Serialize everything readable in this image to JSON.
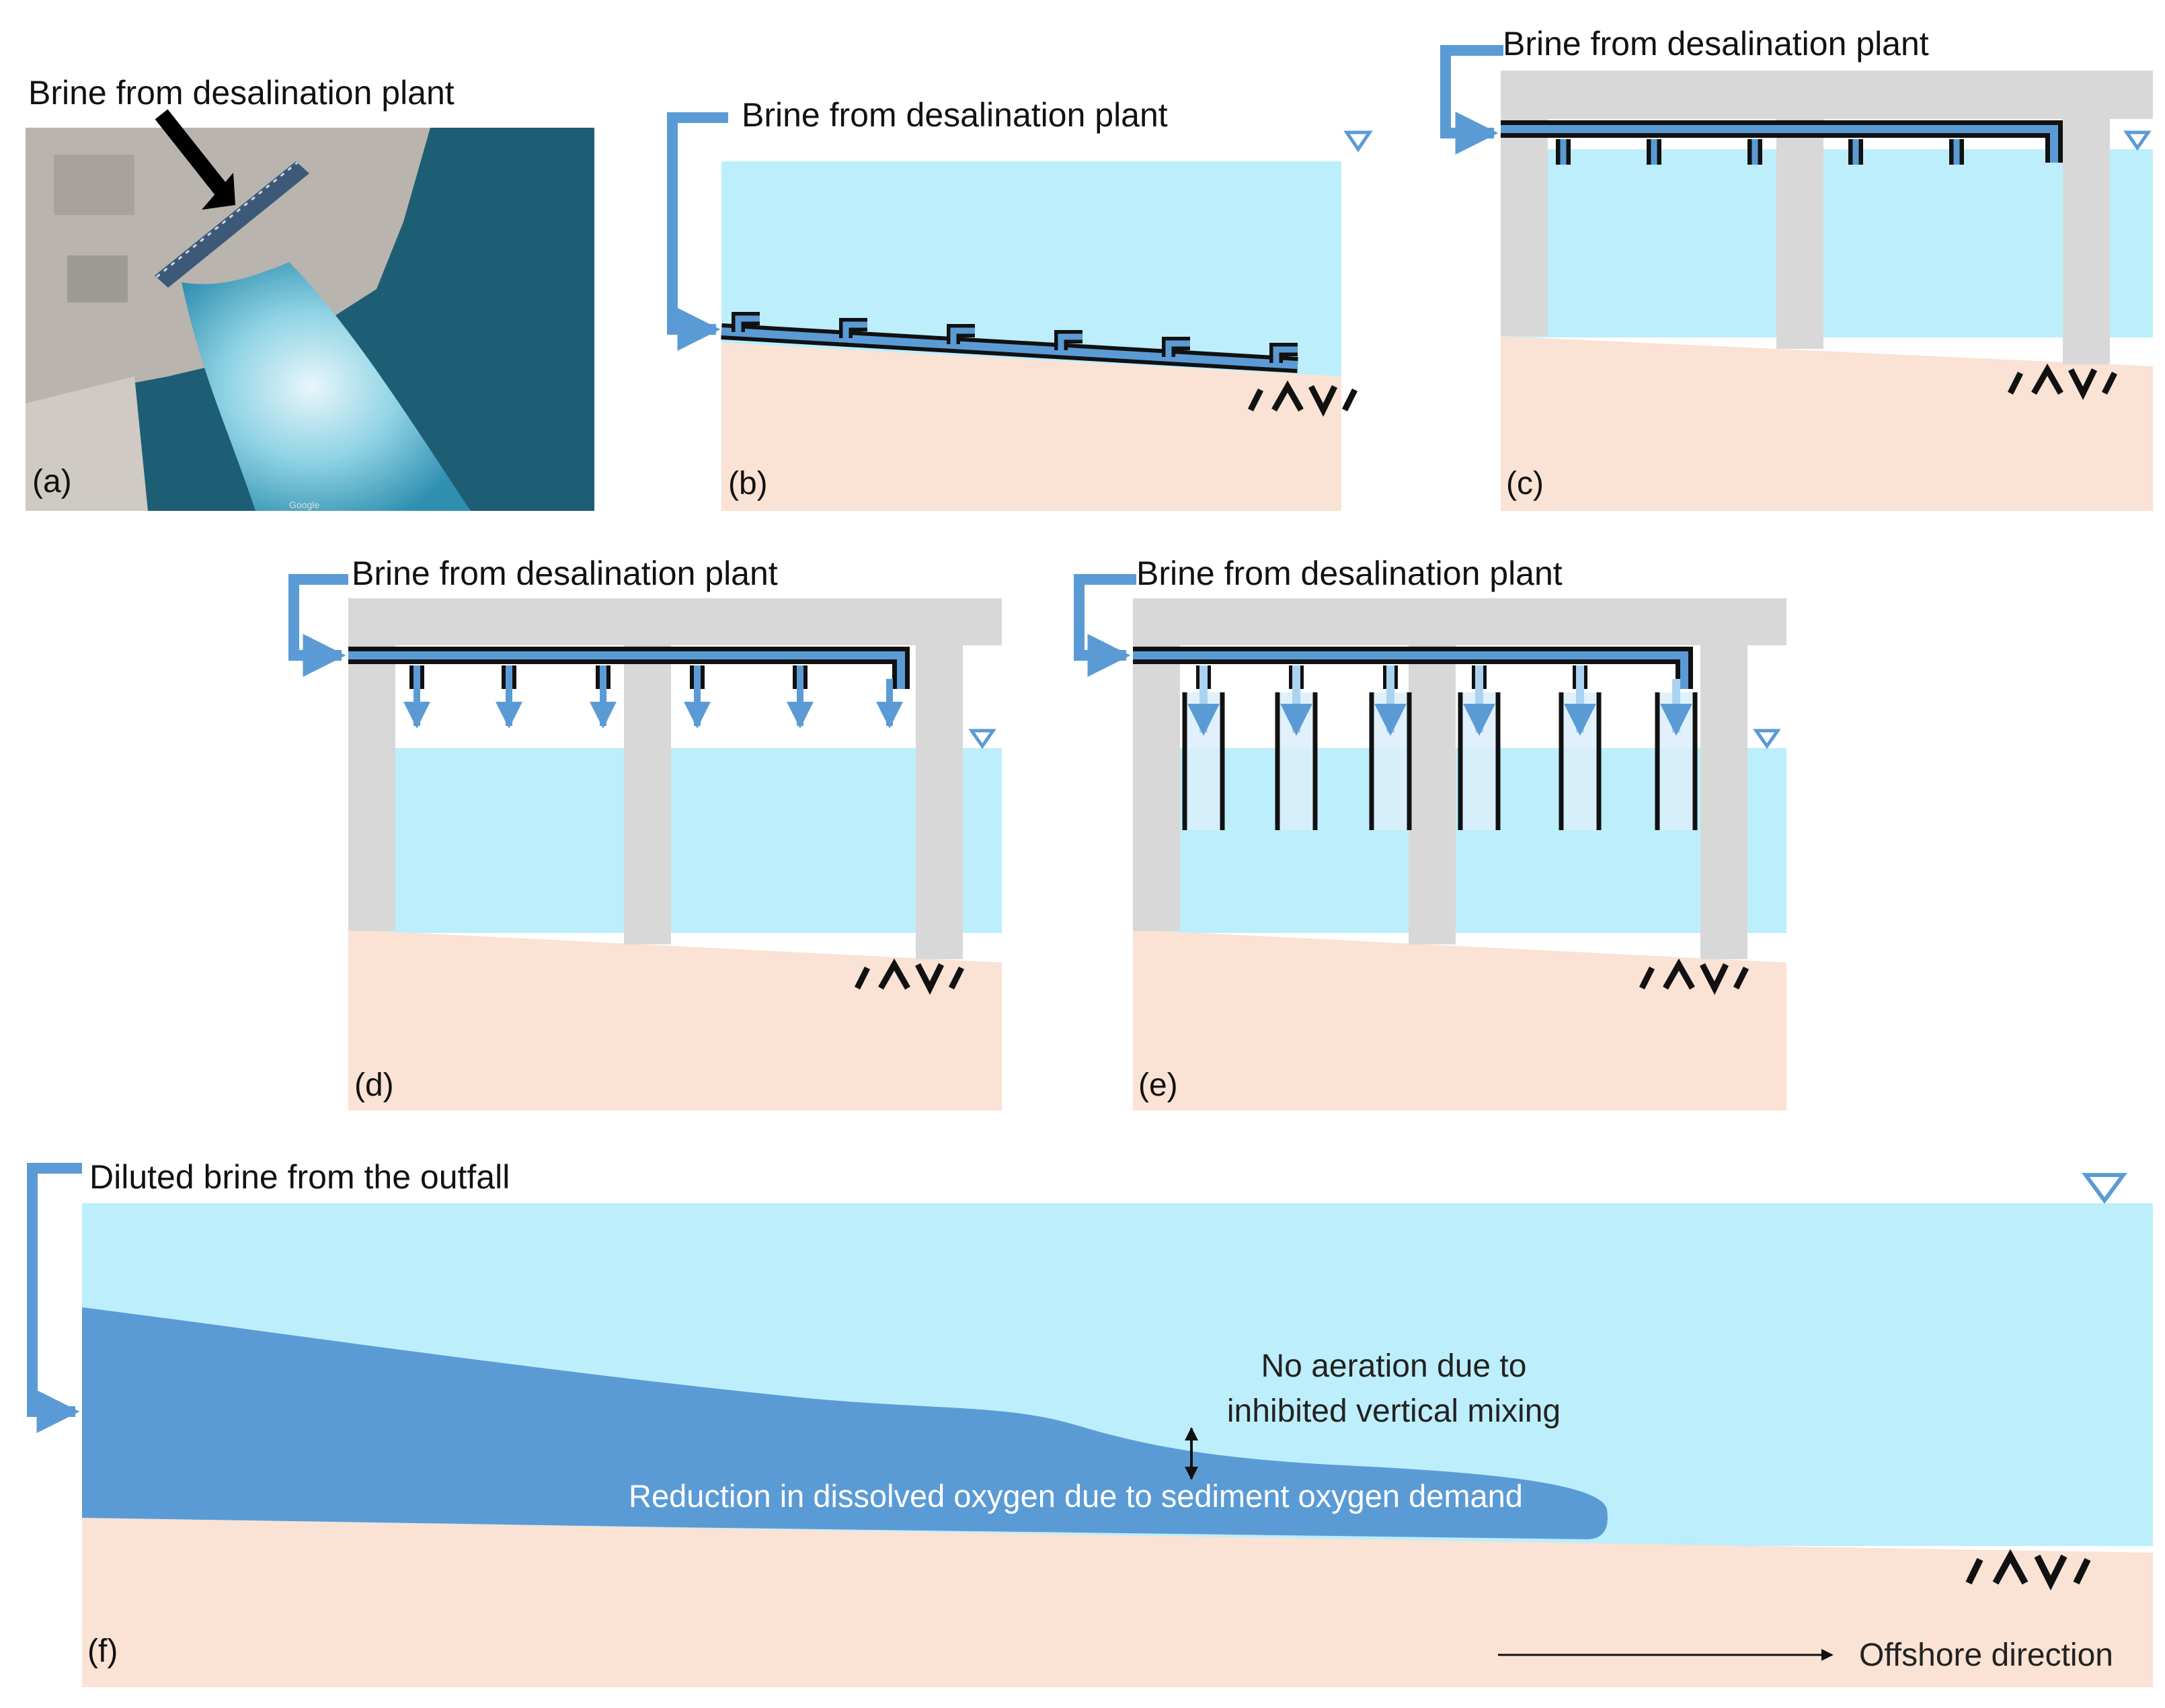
{
  "labels": {
    "brine": "Brine from desalination plant",
    "diluted": "Diluted brine from the outfall",
    "no_aeration_1": "No aeration due to",
    "no_aeration_2": "inhibited vertical mixing",
    "reduction": "Reduction in dissolved oxygen due to sediment oxygen demand",
    "offshore": "Offshore direction",
    "watermark": "Google"
  },
  "panels": {
    "a": "(a)",
    "b": "(b)",
    "c": "(c)",
    "d": "(d)",
    "e": "(e)",
    "f": "(f)"
  },
  "colors": {
    "water": "#bdeefc",
    "sediment": "#fae2d4",
    "structure": "#d8d8d8",
    "pipe": "#5b9bd5",
    "plume": "#5b9bd5",
    "shaft": "#dbeefa"
  },
  "icons": [
    "water-level-marker-icon",
    "seabed-hatch-icon",
    "flow-arrow-icon"
  ]
}
